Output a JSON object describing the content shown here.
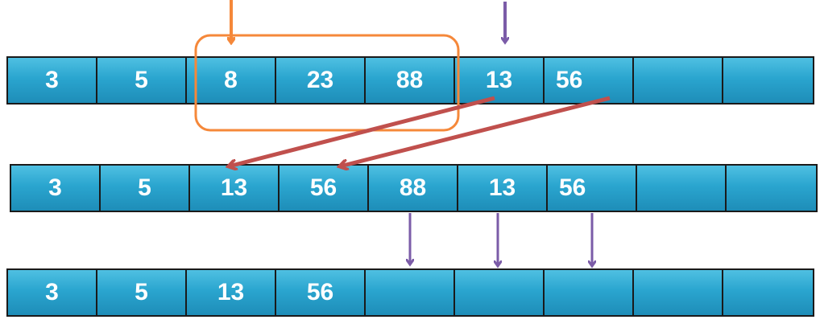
{
  "rows": [
    {
      "cells": [
        "3",
        "5",
        "8",
        "23",
        "88",
        "13",
        "56",
        "",
        ""
      ]
    },
    {
      "cells": [
        "3",
        "5",
        "13",
        "56",
        "88",
        "13",
        "56",
        "",
        ""
      ]
    },
    {
      "cells": [
        "3",
        "5",
        "13",
        "56",
        "",
        "",
        "",
        "",
        ""
      ]
    }
  ],
  "colors": {
    "cell_fill": "#2aa5cf",
    "orange": "#f5883a",
    "purple": "#7b5ca8",
    "red": "#c0504d"
  }
}
